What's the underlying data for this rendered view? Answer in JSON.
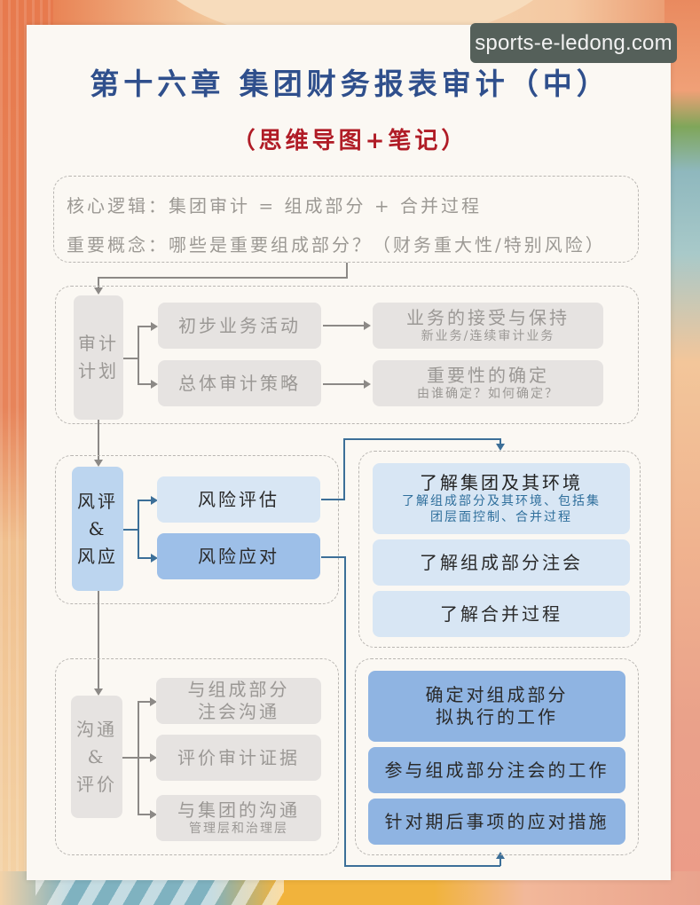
{
  "watermark": "sports-e-ledong.com",
  "title": "第十六章 集团财务报表审计（中）",
  "subtitle": "（思维导图+笔记）",
  "intro": {
    "core_logic": "核心逻辑：集团审计 = 组成部分 + 合并过程",
    "key_concept": "重要概念：哪些是重要组成部分？（财务重大性/特别风险）"
  },
  "section_plan": {
    "root": [
      "审计",
      "计划"
    ],
    "branches": [
      {
        "label": "初步业务活动",
        "target": {
          "title": "业务的接受与保持",
          "note": "新业务/连续审计业务"
        }
      },
      {
        "label": "总体审计策略",
        "target": {
          "title": "重要性的确定",
          "note": "由谁确定？如何确定？"
        }
      }
    ]
  },
  "section_risk": {
    "root": [
      "风评",
      "&",
      "风应"
    ],
    "branches": [
      {
        "label": "风险评估"
      },
      {
        "label": "风险应对"
      }
    ],
    "assessment_items": [
      {
        "title": "了解集团及其环境",
        "note_line1": "了解组成部分及其环境、包括集",
        "note_line2": "团层面控制、合并过程"
      },
      {
        "title": "了解组成部分注会"
      },
      {
        "title": "了解合并过程"
      }
    ],
    "response_items": [
      {
        "line1": "确定对组成部分",
        "line2": "拟执行的工作"
      },
      {
        "line1": "参与组成部分注会的工作"
      },
      {
        "line1": "针对期后事项的应对措施"
      }
    ]
  },
  "section_comm": {
    "root": [
      "沟通",
      "&",
      "评价"
    ],
    "branches": [
      {
        "line1": "与组成部分",
        "line2": "注会沟通"
      },
      {
        "line1": "评价审计证据"
      },
      {
        "line1": "与集团的沟通",
        "note": "管理层和治理层"
      }
    ]
  },
  "colors": {
    "title_blue": "#2f4f8c",
    "subtitle_red": "#b01c26",
    "connector_blue": "#3c6f98",
    "connector_grey": "#8c8986",
    "box_grey": "#e6e3e1",
    "box_lightblue": "#d8e6f4",
    "box_blue": "#8fb4e2"
  }
}
